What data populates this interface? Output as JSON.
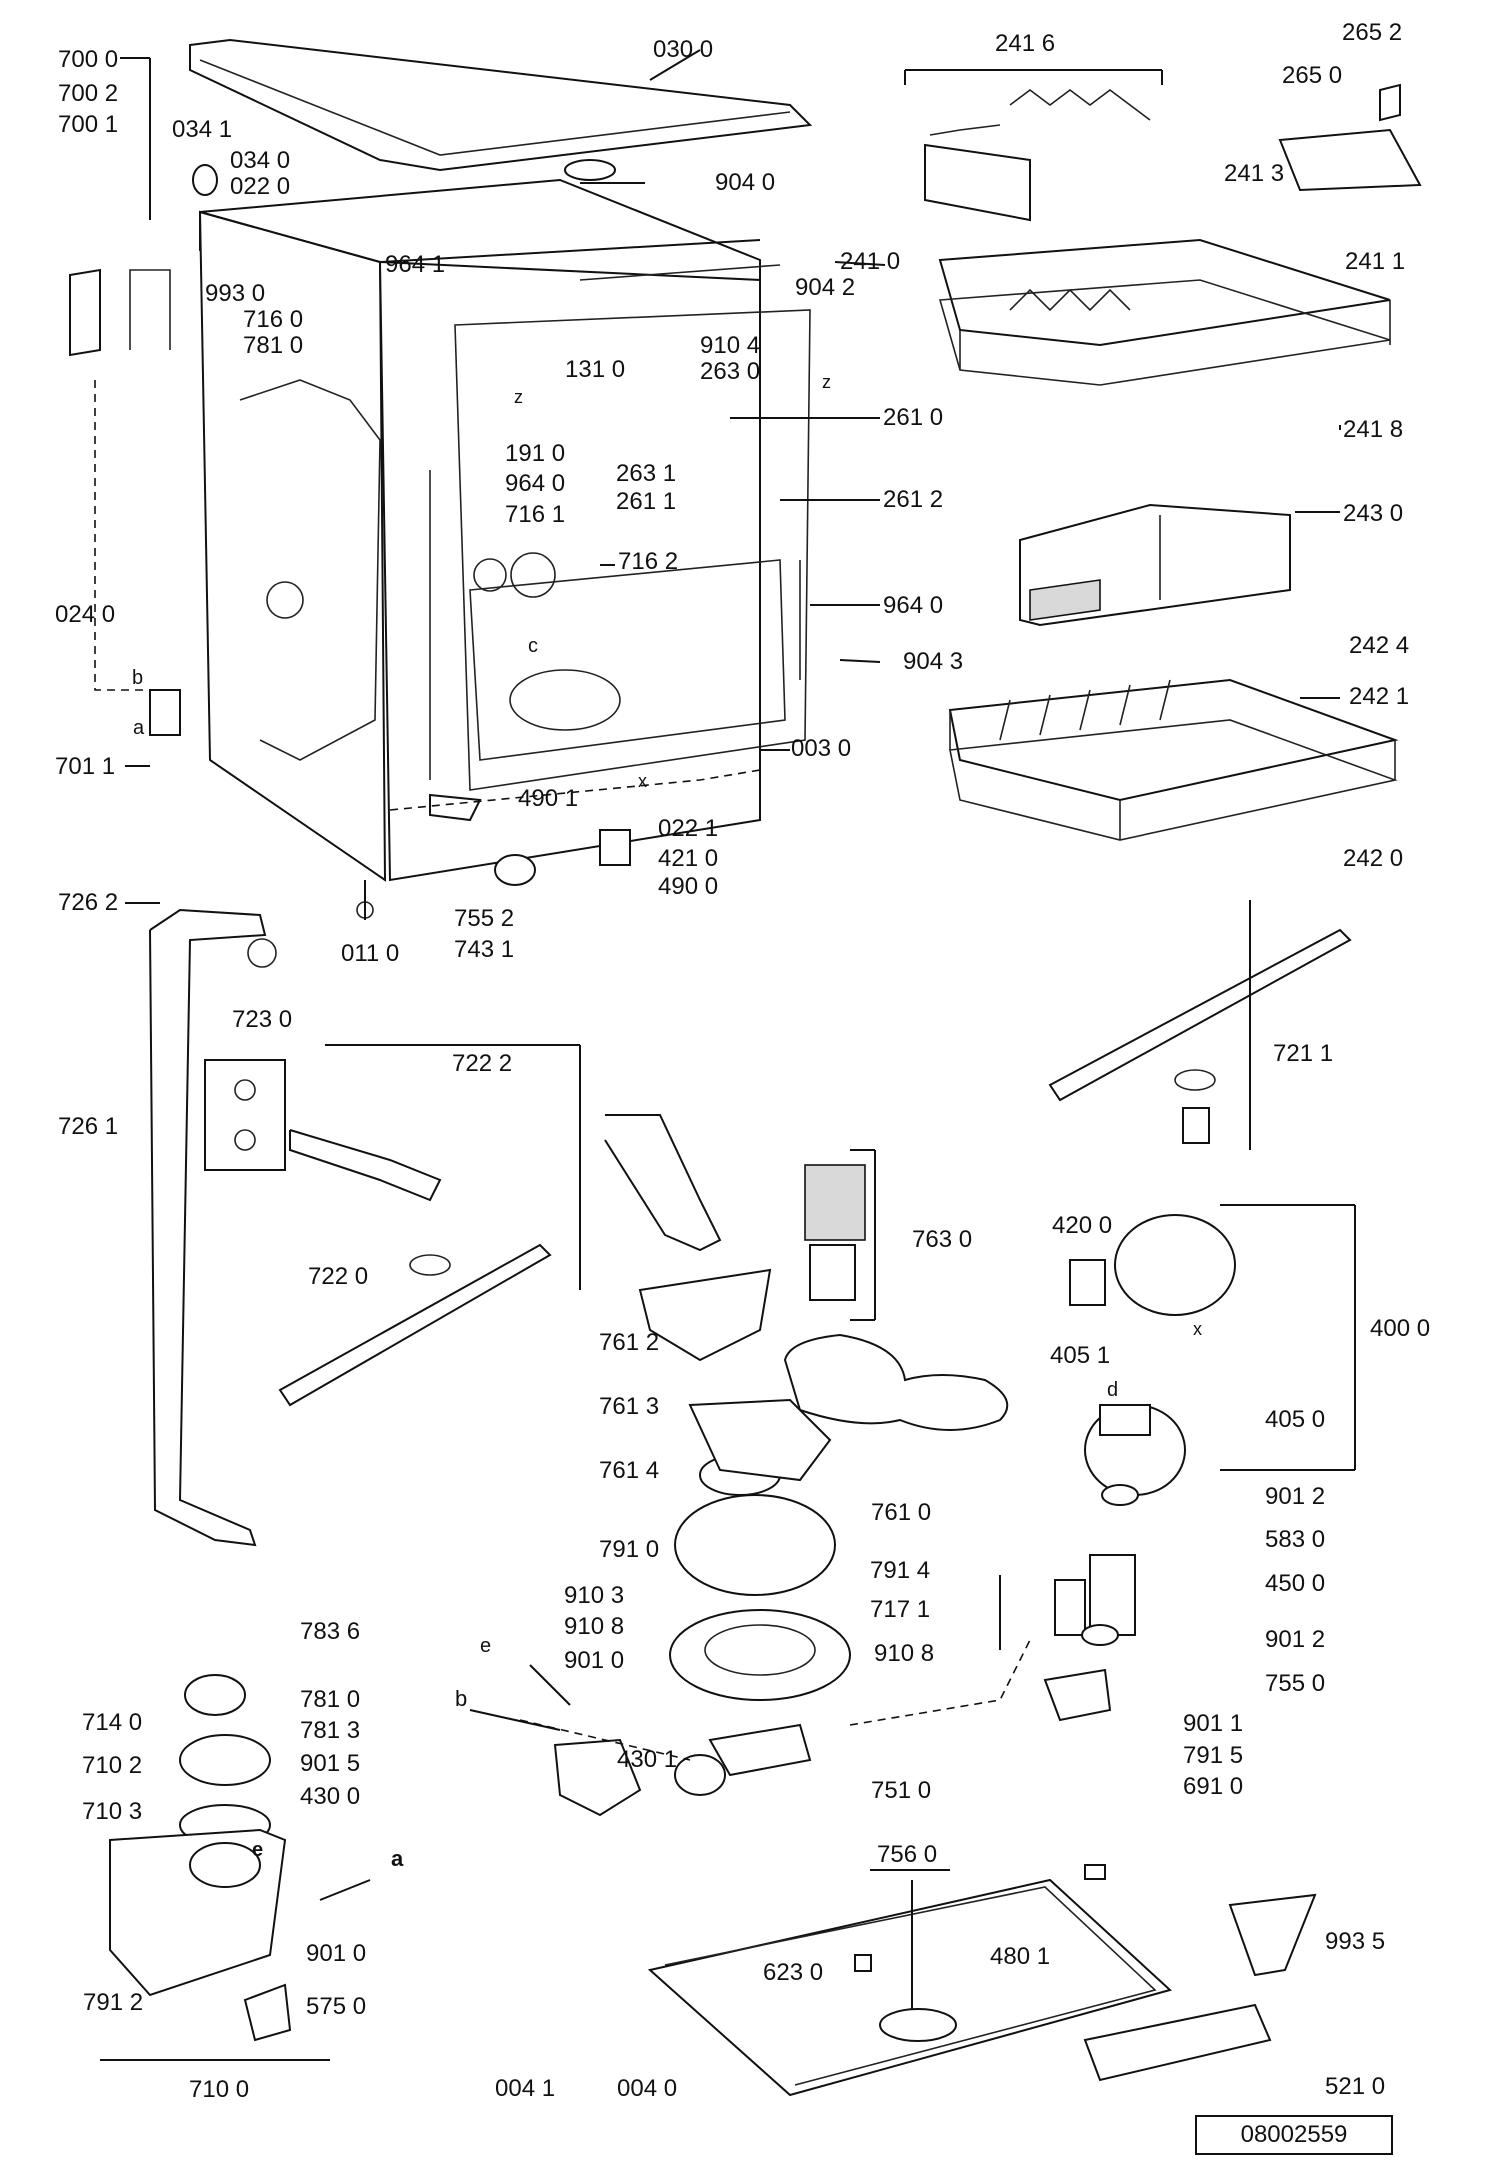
{
  "document_id": "08002559",
  "callouts": {
    "c700_0": "700 0",
    "c700_2": "700 2",
    "c700_1": "700 1",
    "c034_1": "034 1",
    "c034_0": "034 0",
    "c022_0": "022 0",
    "c030_0": "030 0",
    "c904_0": "904 0",
    "c964_1": "964 1",
    "c993_0": "993 0",
    "c716_0": "716 0",
    "c781_0a": "781 0",
    "c241_6": "241 6",
    "c265_2": "265 2",
    "c265_0": "265 0",
    "c241_3": "241 3",
    "c241_1": "241 1",
    "c241_0": "241 0",
    "c904_2": "904 2",
    "c910_4": "910 4",
    "c131_0": "131 0",
    "c263_0": "263 0",
    "c261_0": "261 0",
    "c263_1": "263 1",
    "c261_1": "261 1",
    "c261_2": "261 2",
    "c191_0": "191 0",
    "c964_0a": "964 0",
    "c716_1": "716 1",
    "c716_2": "716 2",
    "c241_8": "241 8",
    "c243_0": "243 0",
    "c964_0b": "964 0",
    "c904_3": "904 3",
    "c242_4": "242 4",
    "c242_1": "242 1",
    "c024_0": "024 0",
    "c701_1": "701 1",
    "c003_0": "003 0",
    "c490_1": "490 1",
    "c022_1": "022 1",
    "c421_0": "421 0",
    "c490_0": "490 0",
    "c242_0": "242 0",
    "c726_2": "726 2",
    "c755_2": "755 2",
    "c011_0": "011 0",
    "c743_1": "743 1",
    "c723_0": "723 0",
    "c722_2": "722 2",
    "c721_1": "721 1",
    "c726_1": "726 1",
    "c763_0": "763 0",
    "c420_0": "420 0",
    "c722_0": "722 0",
    "c761_2": "761 2",
    "c400_0": "400 0",
    "c405_1": "405 1",
    "c761_3": "761 3",
    "c405_0": "405 0",
    "c761_4": "761 4",
    "c761_0": "761 0",
    "c901_2a": "901 2",
    "c791_0": "791 0",
    "c583_0": "583 0",
    "c791_4": "791 4",
    "c450_0": "450 0",
    "c910_3": "910 3",
    "c717_1": "717 1",
    "c783_6": "783 6",
    "c910_8a": "910 8",
    "c910_8b": "910 8",
    "c901_2b": "901 2",
    "c901_0a": "901 0",
    "c755_0": "755 0",
    "c781_0b": "781 0",
    "c714_0": "714 0",
    "c901_1": "901 1",
    "c781_3": "781 3",
    "c710_2": "710 2",
    "c791_5": "791 5",
    "c901_5": "901 5",
    "c430_1": "430 1",
    "c751_0": "751 0",
    "c691_0": "691 0",
    "c430_0": "430 0",
    "c710_3": "710 3",
    "c756_0": "756 0",
    "c993_5": "993 5",
    "c480_1": "480 1",
    "c623_0": "623 0",
    "c901_0b": "901 0",
    "c791_2": "791 2",
    "c575_0": "575 0",
    "c004_1": "004 1",
    "c004_0": "004 0",
    "c521_0": "521 0",
    "c710_0": "710 0"
  },
  "letters": {
    "a1": "a",
    "b1": "b",
    "a2": "a",
    "b2": "b",
    "c1": "c",
    "d1": "d",
    "e1": "e",
    "e2": "e",
    "x1": "x",
    "x2": "x",
    "z1": "z",
    "z2": "z"
  }
}
